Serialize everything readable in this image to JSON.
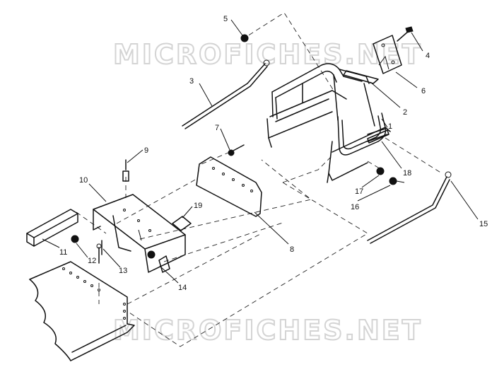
{
  "watermark": {
    "text": "MICROFICHES.NET"
  },
  "callouts": [
    {
      "n": "1"
    },
    {
      "n": "2"
    },
    {
      "n": "3"
    },
    {
      "n": "4"
    },
    {
      "n": "5"
    },
    {
      "n": "6"
    },
    {
      "n": "7"
    },
    {
      "n": "8"
    },
    {
      "n": "9"
    },
    {
      "n": "10"
    },
    {
      "n": "11"
    },
    {
      "n": "12"
    },
    {
      "n": "13"
    },
    {
      "n": "14"
    },
    {
      "n": "15"
    },
    {
      "n": "16"
    },
    {
      "n": "17"
    },
    {
      "n": "18"
    },
    {
      "n": "19"
    }
  ]
}
